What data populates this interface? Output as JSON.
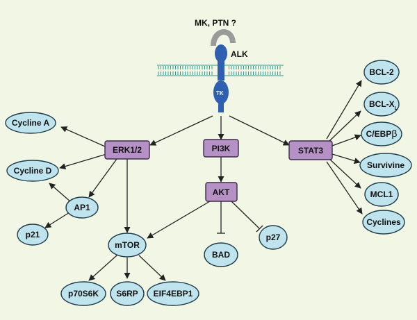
{
  "receptor": {
    "ligand_label": "MK, PTN ?",
    "name": "ALK",
    "domain_label": "TK",
    "colors": {
      "ligand": "#9a9a9a",
      "receptor": "#2f5fb0",
      "membrane": "#2a9b8e"
    }
  },
  "nodes": {
    "erk": "ERK1/2",
    "pi3k": "PI3K",
    "stat3": "STAT3",
    "akt": "AKT",
    "cycline_a": "Cycline A",
    "cycline_d": "Cycline D",
    "ap1": "AP1",
    "p21": "p21",
    "mtor": "mTOR",
    "bad": "BAD",
    "p27": "p27",
    "p70s6k": "p70S6K",
    "s6rp": "S6RP",
    "eif4ebp1": "EIF4EBP1",
    "bcl2": "BCL-2",
    "bclxl_main": "BCL-X",
    "bclxl_sub": "L",
    "cebpb_main": "C/EBP",
    "cebpb_sym": "β",
    "survivine": "Survivine",
    "mcl1": "MCL1",
    "cyclines": "Cyclines"
  },
  "colors": {
    "box_fill": "#b591c6",
    "ellipse_fill": "#bfe4ee",
    "background": "#f2f6e4"
  }
}
